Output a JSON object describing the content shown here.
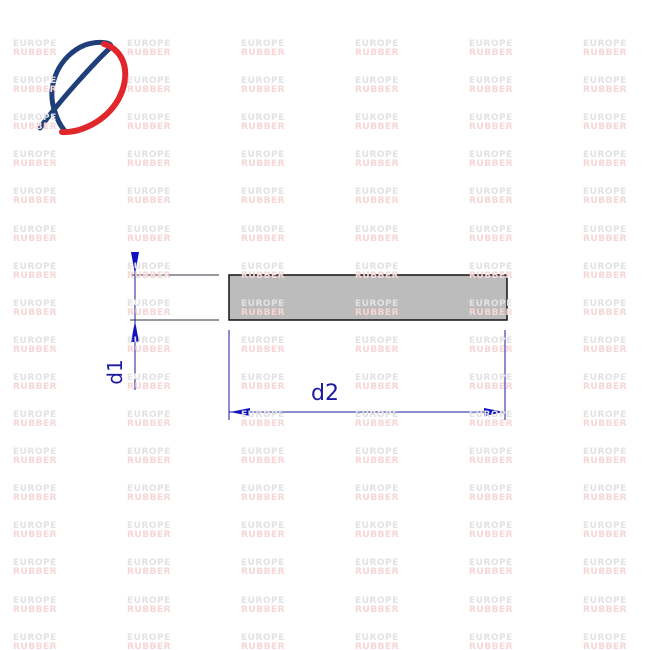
{
  "watermark": {
    "line1": "EUROPE",
    "line2": "RUBBER"
  },
  "logo": {
    "name": "europe-rubber-logo",
    "colors": {
      "blue": "#1f3f7a",
      "red": "#e0262b"
    }
  },
  "drawing": {
    "dim_thickness_label": "d1",
    "dim_width_label": "d2",
    "colors": {
      "dimension": "#1a1aa0",
      "part_fill": "#bdbcbc",
      "outline": "#111111"
    }
  }
}
